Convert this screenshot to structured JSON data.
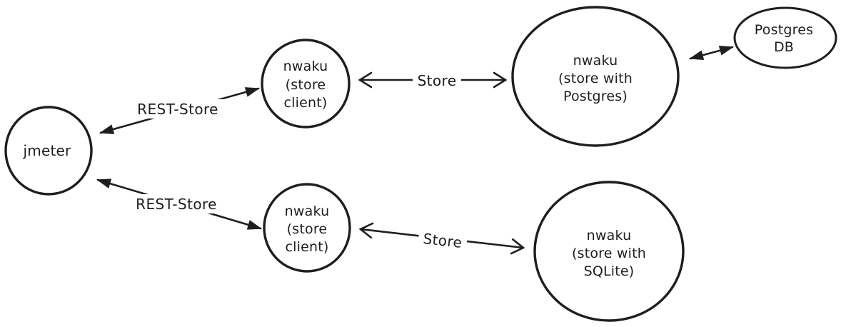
{
  "canvas": {
    "background_color": "#ffffff",
    "stroke_color": "#1e1e1e",
    "style": "hand-drawn-diagram"
  },
  "nodes": [
    {
      "id": "jmeter",
      "shape": "circle",
      "lines": [
        "jmeter"
      ]
    },
    {
      "id": "nwaku-store-client-top",
      "shape": "circle",
      "lines": [
        "nwaku",
        "(store",
        "client)"
      ]
    },
    {
      "id": "nwaku-store-postgres",
      "shape": "circle",
      "lines": [
        "nwaku",
        "(store with",
        "Postgres)"
      ]
    },
    {
      "id": "postgres-db",
      "shape": "ellipse",
      "lines": [
        "Postgres",
        "DB"
      ]
    },
    {
      "id": "nwaku-store-client-bottom",
      "shape": "circle",
      "lines": [
        "nwaku",
        "(store",
        "client)"
      ]
    },
    {
      "id": "nwaku-store-sqlite",
      "shape": "circle",
      "lines": [
        "nwaku",
        "(store with",
        "SQLite)"
      ]
    }
  ],
  "edges": [
    {
      "id": "jmeter-to-store-client-top",
      "from": "jmeter",
      "to": "nwaku-store-client-top",
      "label": "REST-Store",
      "arrow": "double-filled"
    },
    {
      "id": "store-client-top-to-postgres-node",
      "from": "nwaku-store-client-top",
      "to": "nwaku-store-postgres",
      "label": "Store",
      "arrow": "double-open"
    },
    {
      "id": "postgres-node-to-postgres-db",
      "from": "nwaku-store-postgres",
      "to": "postgres-db",
      "label": "",
      "arrow": "double-filled"
    },
    {
      "id": "jmeter-to-store-client-bottom",
      "from": "jmeter",
      "to": "nwaku-store-client-bottom",
      "label": "REST-Store",
      "arrow": "double-filled"
    },
    {
      "id": "store-client-bottom-to-sqlite-node",
      "from": "nwaku-store-client-bottom",
      "to": "nwaku-store-sqlite",
      "label": "Store",
      "arrow": "double-open"
    }
  ]
}
